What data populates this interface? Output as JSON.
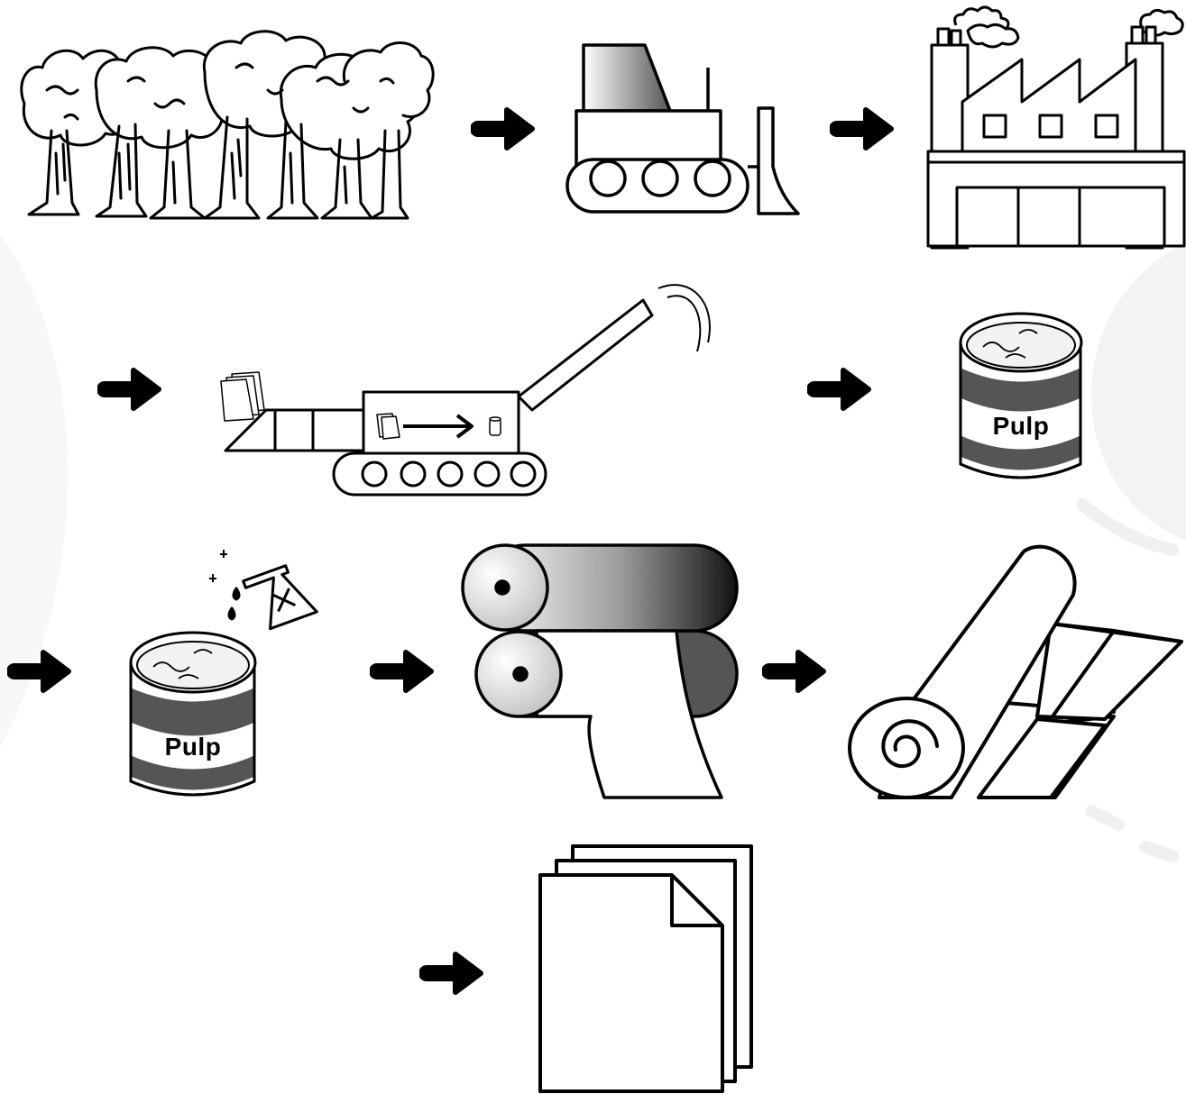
{
  "diagram": {
    "type": "process-flow",
    "steps": [
      {
        "id": "forest",
        "icon": "forest-icon"
      },
      {
        "id": "bulldozer",
        "icon": "bulldozer-icon"
      },
      {
        "id": "factory",
        "icon": "factory-icon"
      },
      {
        "id": "chipper",
        "icon": "wood-chipper-icon"
      },
      {
        "id": "pulp-can",
        "icon": "pulp-can-icon",
        "label": "Pulp"
      },
      {
        "id": "pulp-chemicals",
        "icon": "pulp-can-with-chemicals-icon",
        "label": "Pulp"
      },
      {
        "id": "rollers",
        "icon": "paper-rollers-icon"
      },
      {
        "id": "paper-roll",
        "icon": "paper-roll-icon"
      },
      {
        "id": "paper-sheets",
        "icon": "paper-sheets-icon"
      }
    ],
    "connector_icon": "right-arrow-icon",
    "colors": {
      "ink": "#000000",
      "band": "#555555",
      "background": "#ffffff",
      "watermark": "#f2f2f2"
    }
  }
}
